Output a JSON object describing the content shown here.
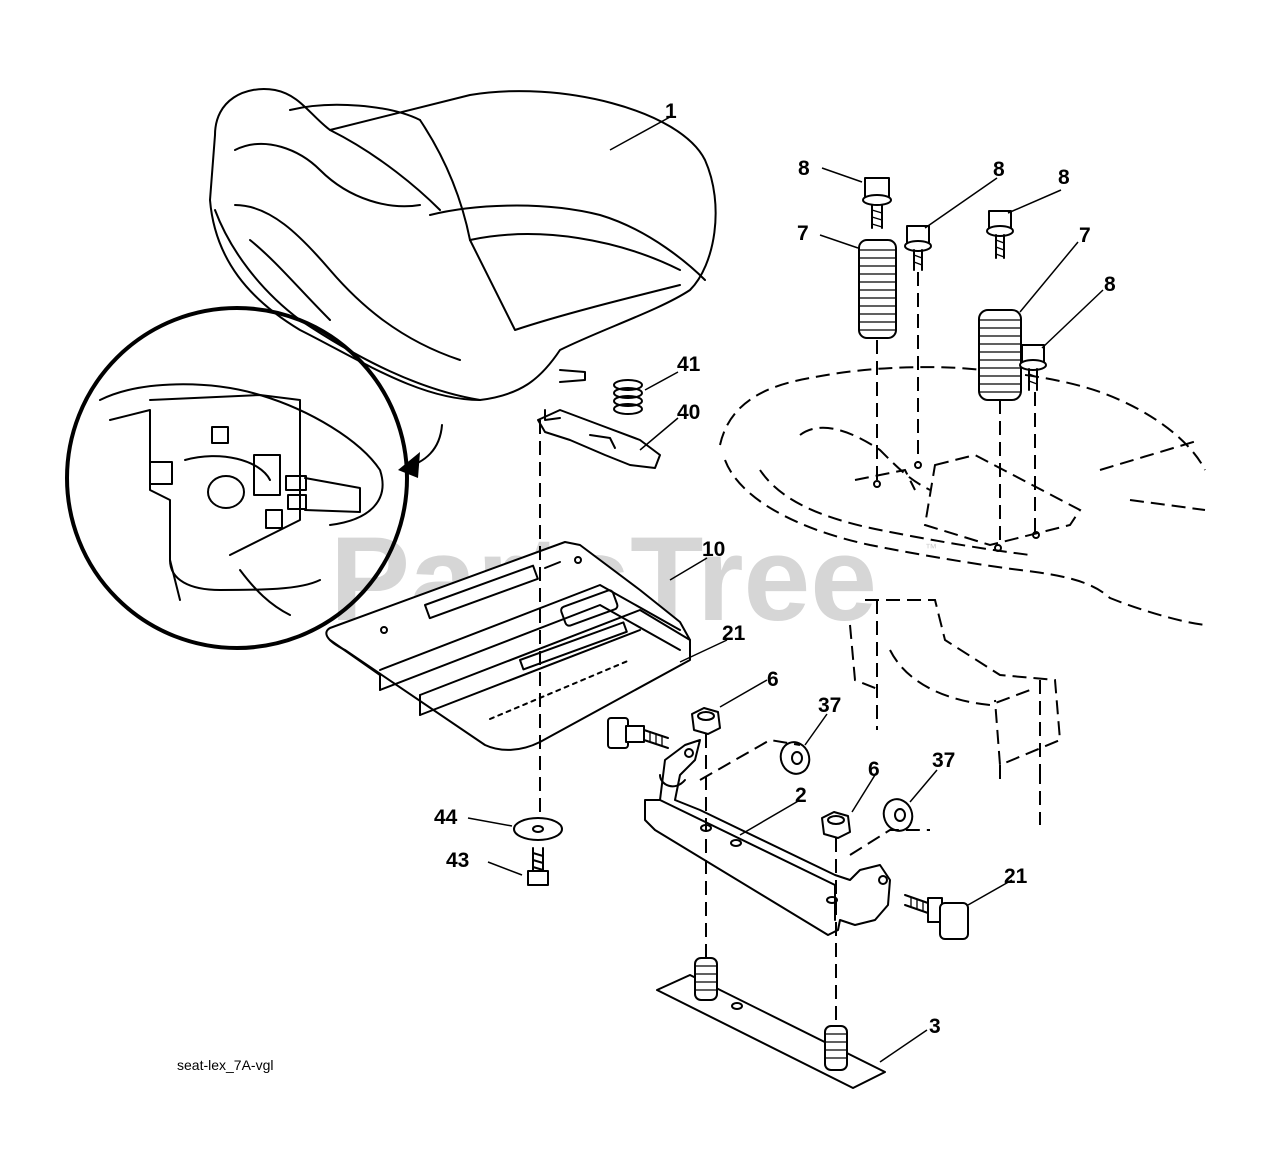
{
  "watermark": {
    "text": "PartsTree",
    "trademark": "™"
  },
  "caption": "seat-lex_7A-vgl",
  "callouts": [
    {
      "id": "seat",
      "label": "1"
    },
    {
      "id": "bracket",
      "label": "2"
    },
    {
      "id": "base-plate",
      "label": "3"
    },
    {
      "id": "nut-left",
      "label": "6"
    },
    {
      "id": "nut-right",
      "label": "6"
    },
    {
      "id": "spring-left",
      "label": "7"
    },
    {
      "id": "spring-right",
      "label": "7"
    },
    {
      "id": "bolt-a",
      "label": "8"
    },
    {
      "id": "bolt-b",
      "label": "8"
    },
    {
      "id": "bolt-c",
      "label": "8"
    },
    {
      "id": "bolt-d",
      "label": "8"
    },
    {
      "id": "seat-pan",
      "label": "10"
    },
    {
      "id": "shoulder-bolt-left",
      "label": "21"
    },
    {
      "id": "shoulder-bolt-right",
      "label": "21"
    },
    {
      "id": "lock-nut-left",
      "label": "37"
    },
    {
      "id": "lock-nut-right",
      "label": "37"
    },
    {
      "id": "switch-bracket",
      "label": "40"
    },
    {
      "id": "small-spring",
      "label": "41"
    },
    {
      "id": "screw",
      "label": "43"
    },
    {
      "id": "washer",
      "label": "44"
    }
  ]
}
